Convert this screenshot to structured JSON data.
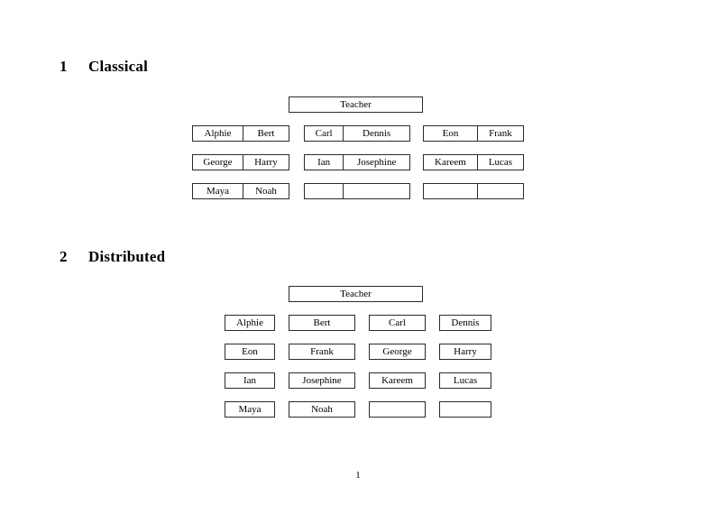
{
  "document": {
    "page_number": "1",
    "background": "#ffffff",
    "border_color": "#2b2b2b"
  },
  "sections": [
    {
      "number": "1",
      "title": "Classical",
      "teacher_label": "Teacher",
      "groups": [
        {
          "name": "group-left",
          "rows": [
            {
              "left": "Alphie",
              "right": "Bert"
            },
            {
              "left": "George",
              "right": "Harry"
            },
            {
              "left": "Maya",
              "right": "Noah"
            }
          ]
        },
        {
          "name": "group-mid",
          "rows": [
            {
              "left": "Carl",
              "right": "Dennis"
            },
            {
              "left": "Ian",
              "right": "Josephine"
            },
            {
              "left": "",
              "right": ""
            }
          ]
        },
        {
          "name": "group-right",
          "rows": [
            {
              "left": "Eon",
              "right": "Frank"
            },
            {
              "left": "Kareem",
              "right": "Lucas"
            },
            {
              "left": "",
              "right": ""
            }
          ]
        }
      ]
    },
    {
      "number": "2",
      "title": "Distributed",
      "teacher_label": "Teacher",
      "rows": [
        [
          "Alphie",
          "Bert",
          "Carl",
          "Dennis"
        ],
        [
          "Eon",
          "Frank",
          "George",
          "Harry"
        ],
        [
          "Ian",
          "Josephine",
          "Kareem",
          "Lucas"
        ],
        [
          "Maya",
          "Noah",
          "",
          ""
        ]
      ]
    }
  ]
}
